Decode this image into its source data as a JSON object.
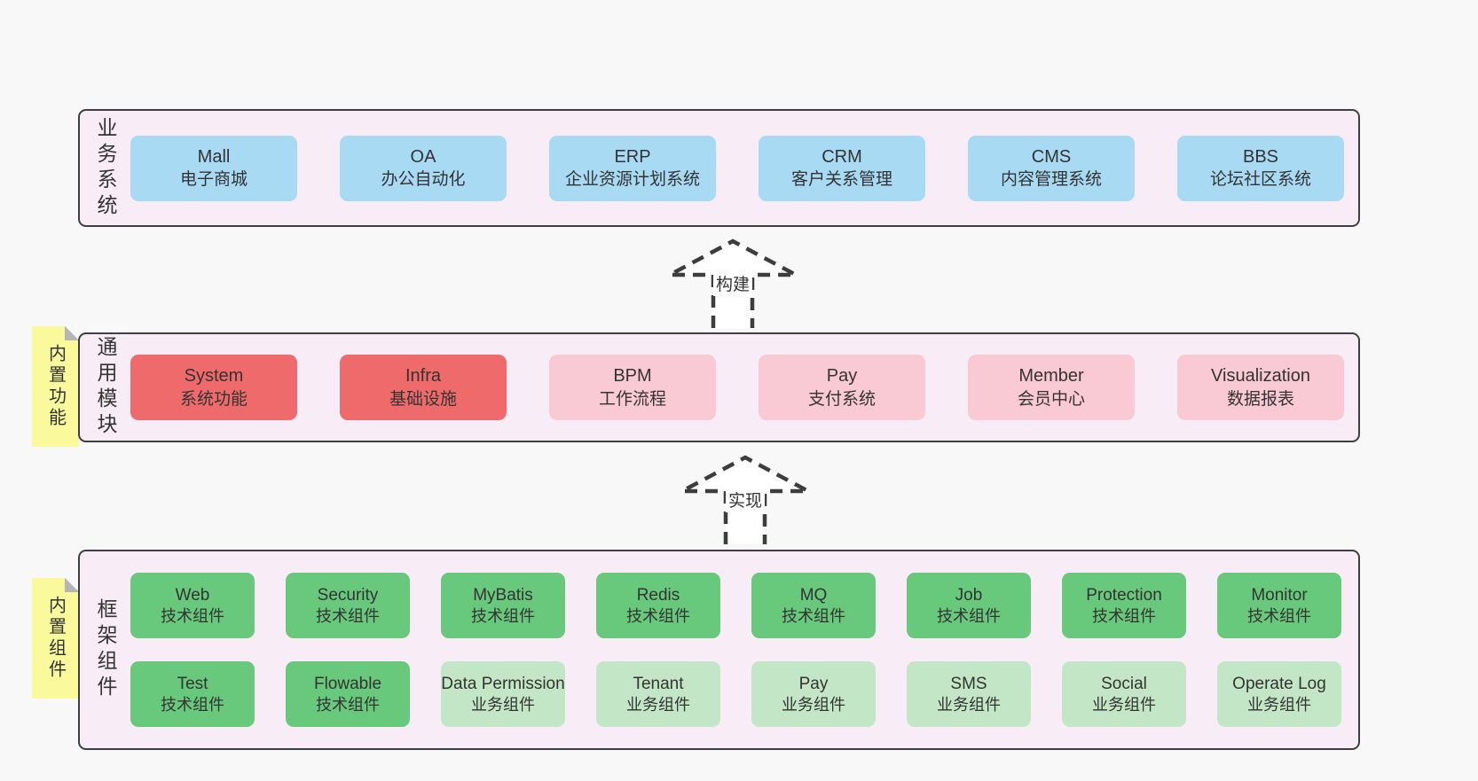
{
  "colors": {
    "page_bg": "#f8f8f8",
    "band_bg": "#f8edf6",
    "band_border": "#3f3f3f",
    "blue": "#a8daf4",
    "red": "#ef6b6b",
    "pink": "#f9c9d4",
    "green": "#68c97c",
    "light_green": "#c3e7c6",
    "note_yellow": "#fafa9d",
    "note_fold": "#b5b5b5",
    "text": "#333333",
    "arrow": "#3d3d3d"
  },
  "bands": [
    {
      "label": "业务系统",
      "boxes": [
        {
          "name": "mall",
          "en": "Mall",
          "zh": "电子商城",
          "color": "blue"
        },
        {
          "name": "oa",
          "en": "OA",
          "zh": "办公自动化",
          "color": "blue"
        },
        {
          "name": "erp",
          "en": "ERP",
          "zh": "企业资源计划系统",
          "color": "blue"
        },
        {
          "name": "crm",
          "en": "CRM",
          "zh": "客户关系管理",
          "color": "blue"
        },
        {
          "name": "cms",
          "en": "CMS",
          "zh": "内容管理系统",
          "color": "blue"
        },
        {
          "name": "bbs",
          "en": "BBS",
          "zh": "论坛社区系统",
          "color": "blue"
        }
      ]
    },
    {
      "label": "通用模块",
      "note": "内置功能",
      "boxes": [
        {
          "name": "system",
          "en": "System",
          "zh": "系统功能",
          "color": "red"
        },
        {
          "name": "infra",
          "en": "Infra",
          "zh": "基础设施",
          "color": "red"
        },
        {
          "name": "bpm",
          "en": "BPM",
          "zh": "工作流程",
          "color": "pink"
        },
        {
          "name": "pay",
          "en": "Pay",
          "zh": "支付系统",
          "color": "pink"
        },
        {
          "name": "member",
          "en": "Member",
          "zh": "会员中心",
          "color": "pink"
        },
        {
          "name": "visualization",
          "en": "Visualization",
          "zh": "数据报表",
          "color": "pink"
        }
      ]
    },
    {
      "label": "框架组件",
      "note": "内置组件",
      "boxes": [
        {
          "name": "web",
          "en": "Web",
          "zh": "技术组件",
          "color": "green"
        },
        {
          "name": "security",
          "en": "Security",
          "zh": "技术组件",
          "color": "green"
        },
        {
          "name": "mybatis",
          "en": "MyBatis",
          "zh": "技术组件",
          "color": "green"
        },
        {
          "name": "redis",
          "en": "Redis",
          "zh": "技术组件",
          "color": "green"
        },
        {
          "name": "mq",
          "en": "MQ",
          "zh": "技术组件",
          "color": "green"
        },
        {
          "name": "job",
          "en": "Job",
          "zh": "技术组件",
          "color": "green"
        },
        {
          "name": "protection",
          "en": "Protection",
          "zh": "技术组件",
          "color": "green"
        },
        {
          "name": "monitor",
          "en": "Monitor",
          "zh": "技术组件",
          "color": "green"
        },
        {
          "name": "test",
          "en": "Test",
          "zh": "技术组件",
          "color": "green"
        },
        {
          "name": "flowable",
          "en": "Flowable",
          "zh": "技术组件",
          "color": "green"
        },
        {
          "name": "data-permission",
          "en": "Data Permission",
          "zh": "业务组件",
          "color": "lightgreen"
        },
        {
          "name": "tenant",
          "en": "Tenant",
          "zh": "业务组件",
          "color": "lightgreen"
        },
        {
          "name": "pay-biz",
          "en": "Pay",
          "zh": "业务组件",
          "color": "lightgreen"
        },
        {
          "name": "sms",
          "en": "SMS",
          "zh": "业务组件",
          "color": "lightgreen"
        },
        {
          "name": "social",
          "en": "Social",
          "zh": "业务组件",
          "color": "lightgreen"
        },
        {
          "name": "operate-log",
          "en": "Operate Log",
          "zh": "业务组件",
          "color": "lightgreen"
        }
      ]
    }
  ],
  "arrows": [
    {
      "label": "构建"
    },
    {
      "label": "实现"
    }
  ]
}
